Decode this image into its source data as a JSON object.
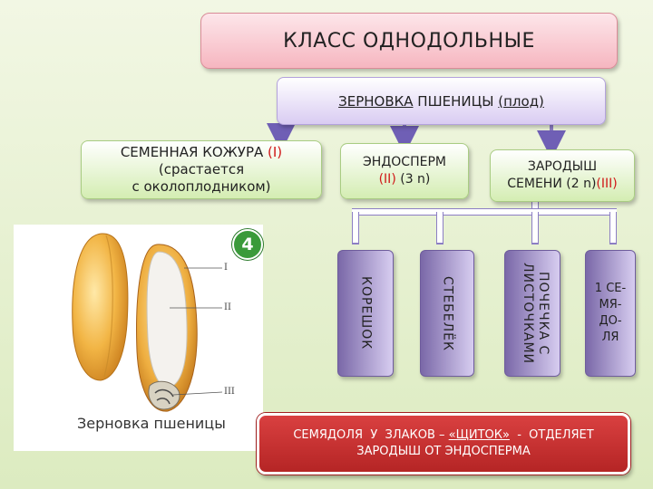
{
  "title": "КЛАСС ОДНОДОЛЬНЫЕ",
  "fruit": {
    "word": "ЗЕРНОВКА",
    "middle": " ПШЕНИЦЫ ",
    "note": "(плод)"
  },
  "seed_coat": {
    "name": "СЕМЕННАЯ КОЖУРА ",
    "num": "(I)",
    "line2": "(срастается",
    "line3": "с околоплодником)"
  },
  "endosperm": {
    "name": "ЭНДОСПЕРМ",
    "num": "(II)",
    "ploidy": " (3 n)"
  },
  "embryo": {
    "line1": "ЗАРОДЫШ",
    "line2": "СЕМЕНИ (2 n)",
    "num": "(III)"
  },
  "parts": {
    "root": "КОРЕШОК",
    "stem": "СТЕБЕЛЁК",
    "bud": "ПОЧЕЧКА С ЛИСТОЧКАМИ",
    "cotyledon": [
      "1 СЕ-",
      "МЯ-",
      "ДО-",
      "ЛЯ"
    ]
  },
  "figure": {
    "badge": "4",
    "caption": "Зерновка пшеницы",
    "labels": [
      "I",
      "II",
      "III"
    ]
  },
  "note": {
    "line1_a": "СЕМЯДОЛЯ  У  ЗЛАКОВ – ",
    "line1_b": "«ЩИТОК»",
    "line1_c": "  -  ОТДЕЛЯЕТ",
    "line2": "ЗАРОДЫШ ОТ ЭНДОСПЕРМА"
  },
  "colors": {
    "roman_numerals": "#d01818",
    "title_box": "#f6b6c0",
    "note_box": "#c33030",
    "arrows": "#8c7ec4",
    "connector_lines": "#ffffff"
  }
}
